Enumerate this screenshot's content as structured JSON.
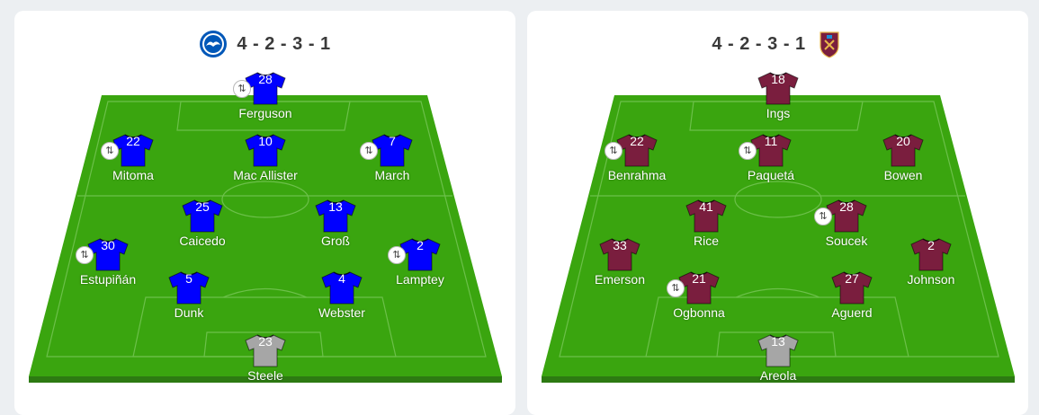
{
  "colors": {
    "home_shirt": "#0000ff",
    "away_shirt": "#7a1e3e",
    "keeper_shirt": "#a6a6a6",
    "pitch": "#3aa50f",
    "pitch_edge": "#2d7a12"
  },
  "icons": {
    "substitution": "swap-icon",
    "home_crest": "brighton-crest-icon",
    "away_crest": "west-ham-crest-icon"
  },
  "sub_glyph": "⇅",
  "home": {
    "formation": "4 - 2 - 3 - 1",
    "players": [
      {
        "number": "28",
        "name": "Ferguson",
        "sub": true
      },
      {
        "number": "22",
        "name": "Mitoma",
        "sub": true
      },
      {
        "number": "10",
        "name": "Mac Allister",
        "sub": false
      },
      {
        "number": "7",
        "name": "March",
        "sub": true
      },
      {
        "number": "25",
        "name": "Caicedo",
        "sub": false
      },
      {
        "number": "13",
        "name": "Groß",
        "sub": false
      },
      {
        "number": "30",
        "name": "Estupiñán",
        "sub": true
      },
      {
        "number": "2",
        "name": "Lamptey",
        "sub": true
      },
      {
        "number": "5",
        "name": "Dunk",
        "sub": false
      },
      {
        "number": "4",
        "name": "Webster",
        "sub": false
      },
      {
        "number": "23",
        "name": "Steele",
        "sub": false,
        "keeper": true
      }
    ]
  },
  "away": {
    "formation": "4 - 2 - 3 - 1",
    "players": [
      {
        "number": "18",
        "name": "Ings",
        "sub": false
      },
      {
        "number": "22",
        "name": "Benrahma",
        "sub": true
      },
      {
        "number": "11",
        "name": "Paquetá",
        "sub": true
      },
      {
        "number": "20",
        "name": "Bowen",
        "sub": false
      },
      {
        "number": "41",
        "name": "Rice",
        "sub": false
      },
      {
        "number": "28",
        "name": "Soucek",
        "sub": true
      },
      {
        "number": "33",
        "name": "Emerson",
        "sub": false
      },
      {
        "number": "2",
        "name": "Johnson",
        "sub": false
      },
      {
        "number": "21",
        "name": "Ogbonna",
        "sub": true
      },
      {
        "number": "27",
        "name": "Aguerd",
        "sub": false
      },
      {
        "number": "13",
        "name": "Areola",
        "sub": false,
        "keeper": true
      }
    ]
  }
}
